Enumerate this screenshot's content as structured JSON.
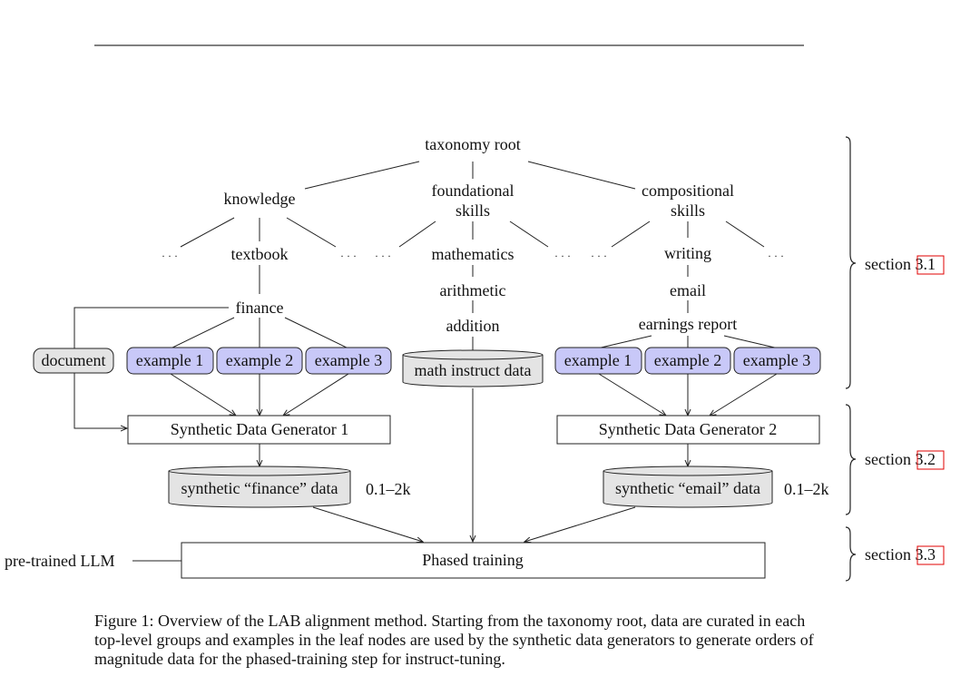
{
  "figure": {
    "nodes": {
      "root": "taxonomy root",
      "knowledge": "knowledge",
      "foundational_l1": "foundational",
      "foundational_l2": "skills",
      "compositional_l1": "compositional",
      "compositional_l2": "skills",
      "textbook": "textbook",
      "mathematics": "mathematics",
      "writing": "writing",
      "finance": "finance",
      "arithmetic": "arithmetic",
      "email": "email",
      "addition": "addition",
      "earnings_report": "earnings report",
      "ellipsis": "· · ·"
    },
    "document": "document",
    "examples_left": [
      "example 1",
      "example 2",
      "example 3"
    ],
    "examples_right": [
      "example 1",
      "example 2",
      "example 3"
    ],
    "math_db": "math instruct data",
    "generator_1": "Synthetic Data Generator 1",
    "generator_2": "Synthetic Data Generator 2",
    "finance_db": "synthetic “finance” data",
    "email_db": "synthetic “email” data",
    "range_left": "0.1–2k",
    "range_right": "0.1–2k",
    "phased_training": "Phased training",
    "pretrained": "pre-trained LLM",
    "sections": [
      {
        "prefix": "section ",
        "ref": "3.1"
      },
      {
        "prefix": "section ",
        "ref": "3.2"
      },
      {
        "prefix": "section ",
        "ref": "3.3"
      }
    ],
    "colors": {
      "example_fill": "#c8c8f8",
      "db_fill": "#e4e4e4",
      "document_fill": "#e4e4e4",
      "link_box": "#e00000"
    }
  },
  "caption": "Figure 1: Overview of the LAB alignment method. Starting from the taxonomy root, data are curated in each top-level groups and examples in the leaf nodes are used by the synthetic data generators to generate orders of magnitude data for the phased-training step for instruct-tuning."
}
